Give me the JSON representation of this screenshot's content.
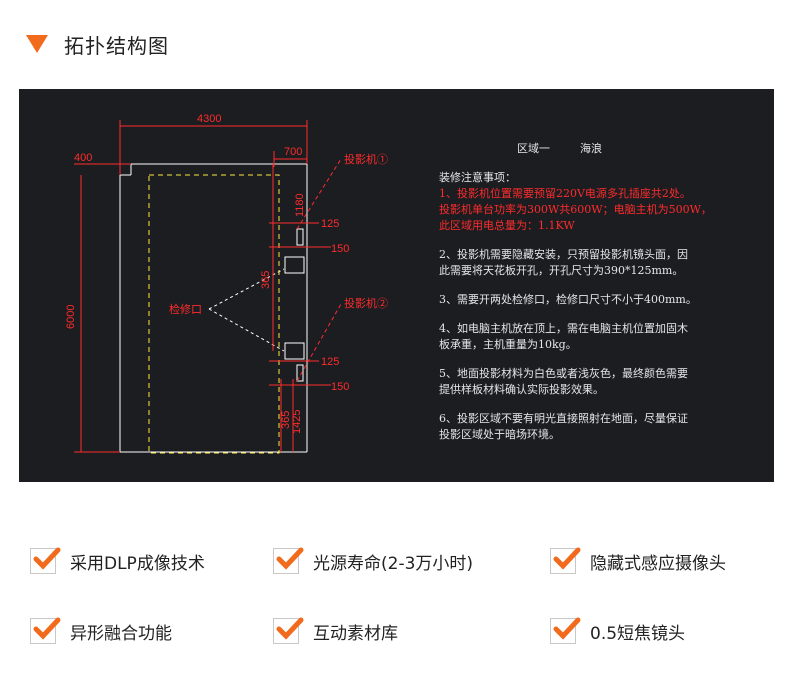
{
  "header": {
    "title": "拓扑结构图"
  },
  "diagram": {
    "dimensions": {
      "total_width": "4300",
      "left_offset": "400",
      "right_offset": "700",
      "height": "6000",
      "top_gap": "1180",
      "proj1_width": "125",
      "proj1_depth": "150",
      "proj_spacing": "365",
      "proj2_width": "125",
      "proj2_depth": "150",
      "bottom_gap_a": "365",
      "bottom_gap_b": "1425"
    },
    "labels": {
      "projector1": "投影机①",
      "projector2": "投影机②",
      "access_port": "检修口"
    },
    "colors": {
      "background": "#1b1d21",
      "lines": "#ffffff",
      "dimension": "#ff2b2b",
      "dashed": "#ffe640"
    }
  },
  "notes": {
    "zone_label": "区域一",
    "zone_name": "海浪",
    "heading": "装修注意事项：",
    "item1": [
      "1、投影机位置需要预留220V电源多孔插座共2处。",
      "投影机单台功率为300W共600W；电脑主机为500W，",
      "此区域用电总量为：1.1KW"
    ],
    "item2": [
      "2、投影机需要隐藏安装，只预留投影机镜头面，因",
      "此需要将天花板开孔，开孔尺寸为390*125mm。"
    ],
    "item3": [
      "3、需要开两处检修口，检修口尺寸不小于400mm。"
    ],
    "item4": [
      "4、如电脑主机放在顶上，需在电脑主机位置加固木",
      "板承重，主机重量为10kg。"
    ],
    "item5": [
      "5、地面投影材料为白色或者浅灰色，最终颜色需要",
      "提供样板材料确认实际投影效果。"
    ],
    "item6": [
      "6、投影区域不要有明光直接照射在地面，尽量保证",
      "投影区域处于暗场环境。"
    ]
  },
  "features": [
    {
      "label": "采用DLP成像技术"
    },
    {
      "label": "光源寿命(2-3万小时)"
    },
    {
      "label": "隐藏式感应摄像头"
    },
    {
      "label": "异形融合功能"
    },
    {
      "label": "互动素材库"
    },
    {
      "label": "0.5短焦镜头"
    }
  ],
  "accent_color": "#f26b1d"
}
